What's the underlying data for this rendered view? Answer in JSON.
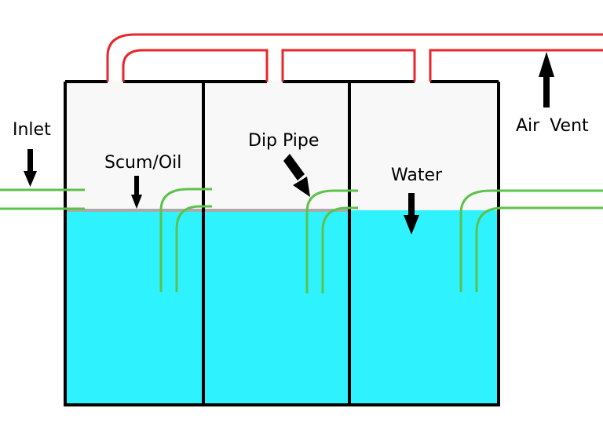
{
  "labels": {
    "inlet": "Inlet",
    "scum_oil": "Scum/Oil",
    "dip_pipe": "Dip Pipe",
    "water": "Water",
    "air_vent": "Air Vent"
  },
  "colors": {
    "water": "#2ef3ff",
    "tank_air": "#f8f8f8",
    "tank_wall": "#000000",
    "vent_pipe": "#e8262b",
    "dip_pipe": "#5cc24a",
    "scum_line": "#aaaaaa",
    "arrow": "#000000",
    "background": "#ffffff"
  }
}
